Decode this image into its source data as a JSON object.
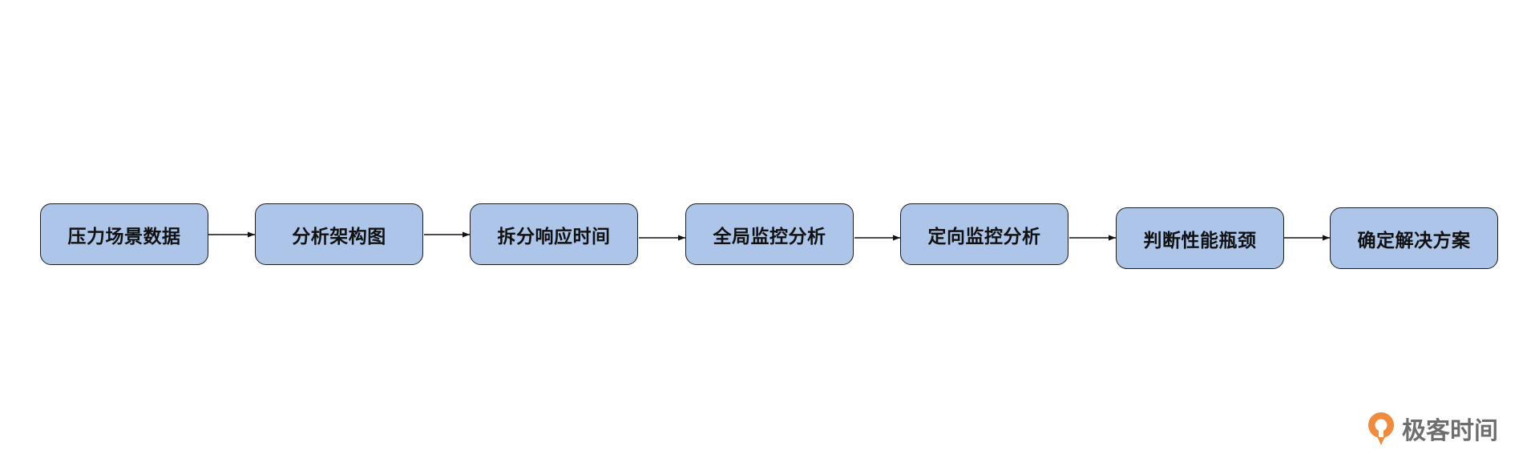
{
  "steps": [
    {
      "label": "压力场景数据"
    },
    {
      "label": "分析架构图"
    },
    {
      "label": "拆分响应时间"
    },
    {
      "label": "全局监控分析"
    },
    {
      "label": "定向监控分析"
    },
    {
      "label": "判断性能瓶颈"
    },
    {
      "label": "确定解决方案"
    }
  ],
  "logo": {
    "text": "极客时间",
    "icon": "geektime-logo-icon",
    "accent": "#f08a3c"
  },
  "colors": {
    "box_fill": "#adc5e8",
    "box_stroke": "#1c1c1c",
    "arrow": "#111111"
  }
}
